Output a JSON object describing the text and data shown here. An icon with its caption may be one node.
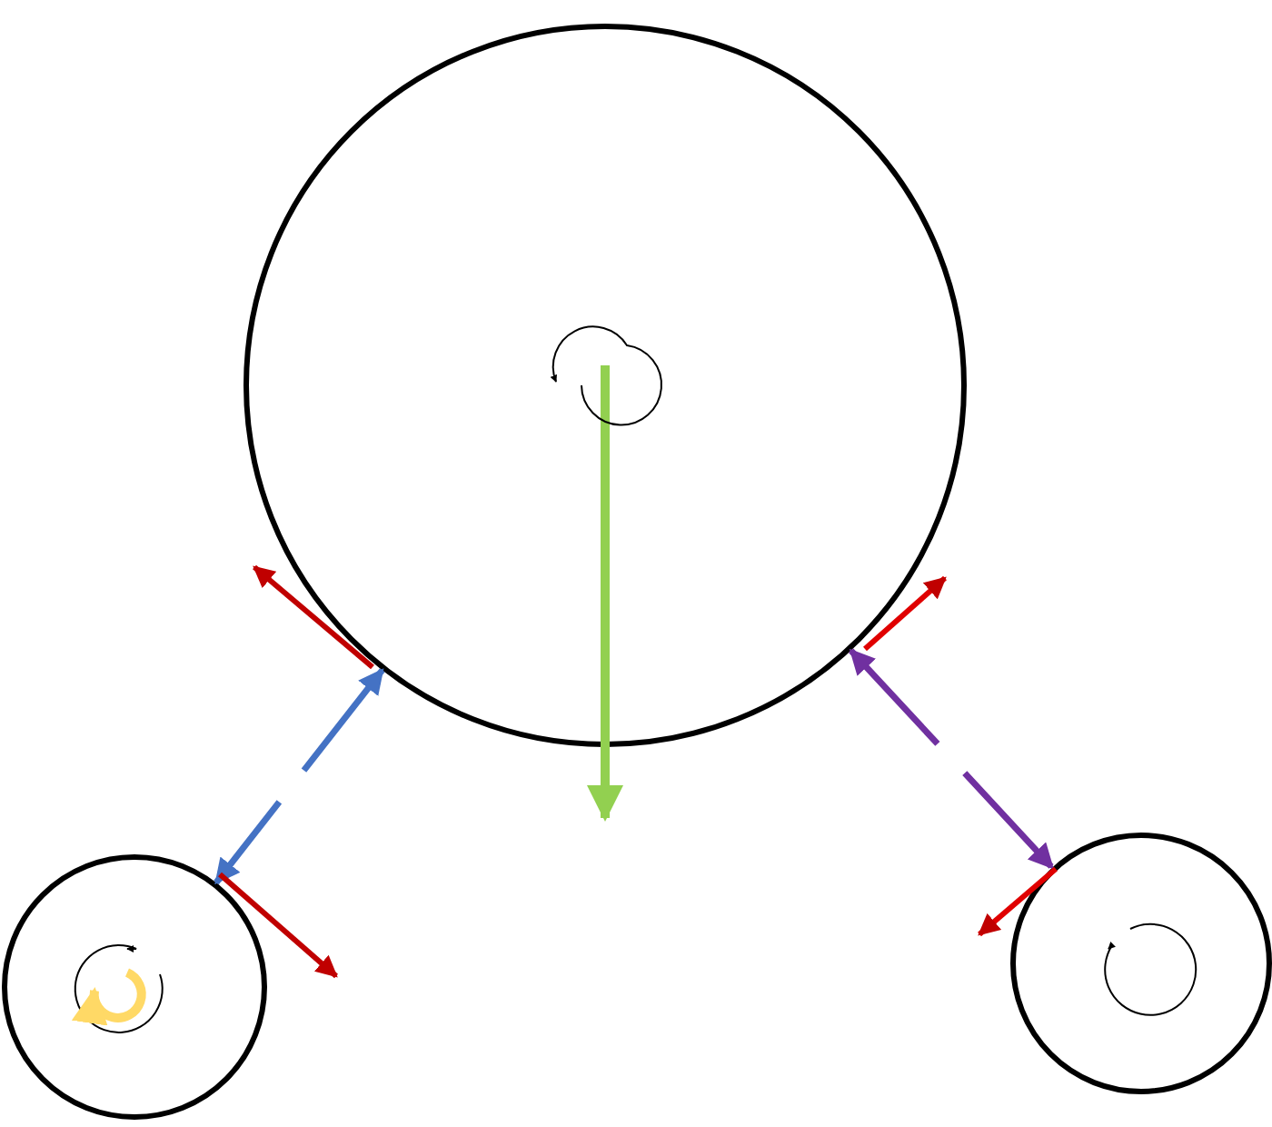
{
  "diagram": {
    "nodes": [
      {
        "text": [],
        "shape": "circle"
      },
      {
        "text": [],
        "shape": "circle"
      },
      {
        "text": [],
        "shape": "circle"
      }
    ],
    "edges": [
      {
        "from": 0,
        "to": 1,
        "arrow": "both",
        "style": "dashed",
        "color": "#4472c4"
      },
      {
        "from": 0,
        "to": 2,
        "arrow": "both",
        "style": "dashed",
        "color": "#7030a0"
      }
    ]
  }
}
